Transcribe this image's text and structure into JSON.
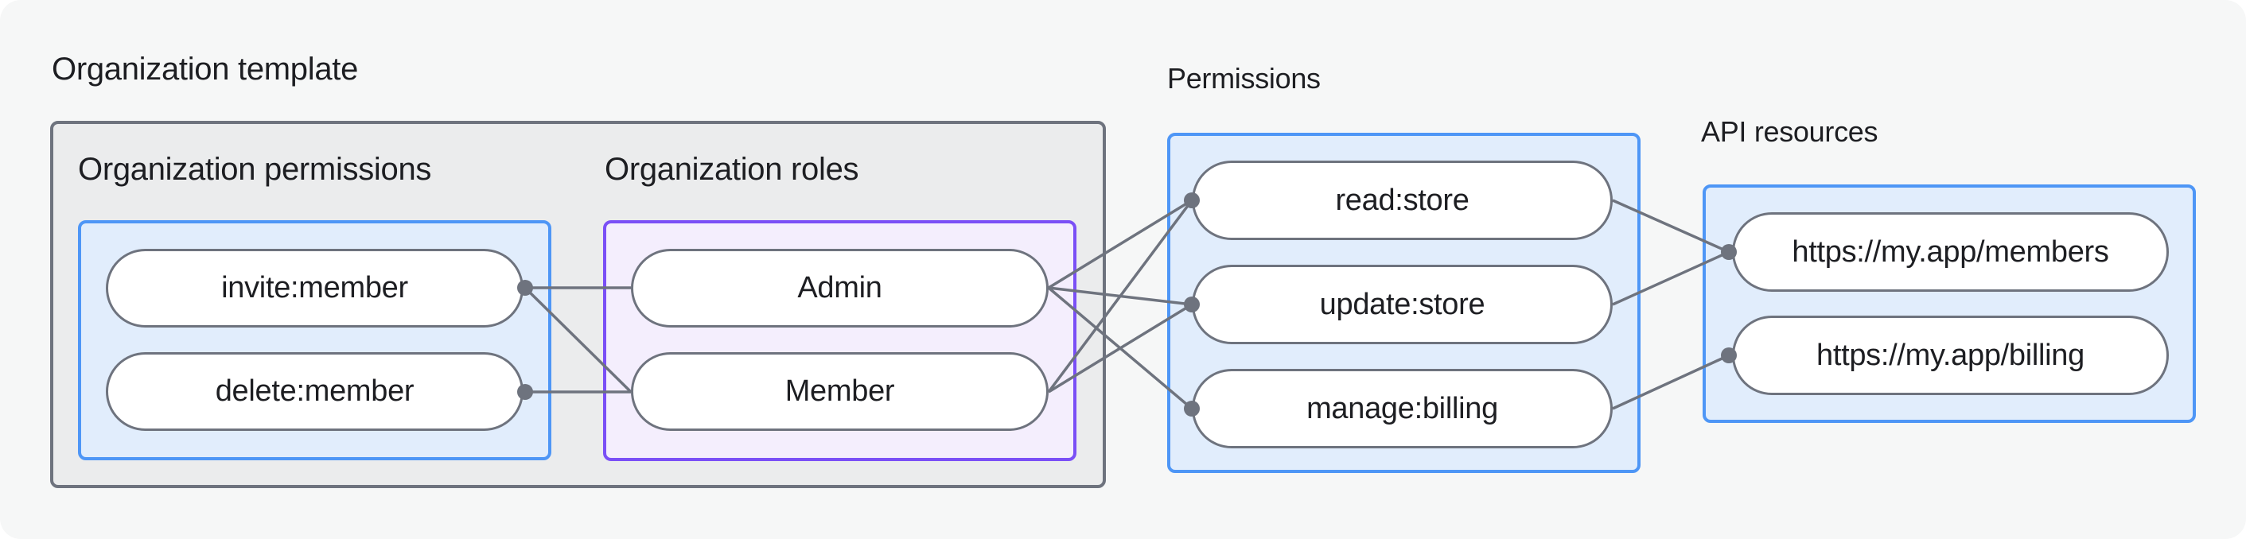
{
  "title": "Organization template",
  "colors": {
    "canvas_bg": "#f6f7f7",
    "gray_box_bg": "#ebeced",
    "gray_box_border": "#6e737e",
    "blue_box_bg": "#e1edfc",
    "blue_box_border": "#4e96f6",
    "purple_box_bg": "#f4eefd",
    "purple_box_border": "#7a4ff6",
    "pill_bg": "#ffffff",
    "pill_border": "#6e737e",
    "line": "#6e737e",
    "text": "#1d1e22"
  },
  "groups": {
    "org_permissions": {
      "heading": "Organization permissions",
      "nodes": [
        {
          "id": "invite",
          "label": "invite:member"
        },
        {
          "id": "delete",
          "label": "delete:member"
        }
      ]
    },
    "org_roles": {
      "heading": "Organization roles",
      "nodes": [
        {
          "id": "admin",
          "label": "Admin"
        },
        {
          "id": "member",
          "label": "Member"
        }
      ]
    },
    "permissions": {
      "heading": "Permissions",
      "nodes": [
        {
          "id": "read",
          "label": "read:store"
        },
        {
          "id": "update",
          "label": "update:store"
        },
        {
          "id": "manage",
          "label": "manage:billing"
        }
      ]
    },
    "api_resources": {
      "heading": "API resources",
      "nodes": [
        {
          "id": "members",
          "label": "https://my.app/members"
        },
        {
          "id": "billing",
          "label": "https://my.app/billing"
        }
      ]
    }
  },
  "edges": [
    [
      "invite",
      "admin"
    ],
    [
      "invite",
      "member"
    ],
    [
      "delete",
      "member"
    ],
    [
      "admin",
      "read"
    ],
    [
      "admin",
      "update"
    ],
    [
      "admin",
      "manage"
    ],
    [
      "member",
      "read"
    ],
    [
      "member",
      "update"
    ],
    [
      "read",
      "members"
    ],
    [
      "update",
      "members"
    ],
    [
      "manage",
      "billing"
    ]
  ]
}
